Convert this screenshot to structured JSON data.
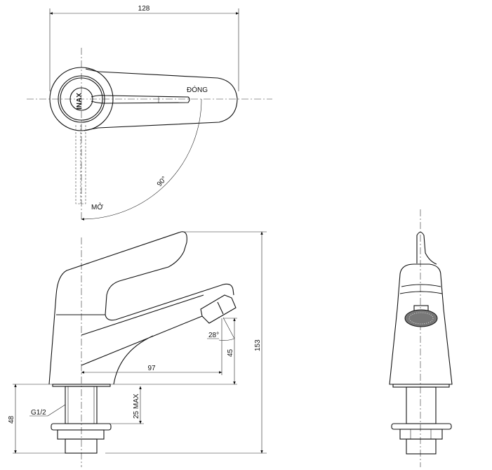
{
  "drawing": {
    "top_view": {
      "width_dim": "128",
      "angle_dim": "90°",
      "label_closed": "ĐÓNG",
      "label_open": "MỞ",
      "logo": "INAX"
    },
    "side_view": {
      "height_dim": "153",
      "reach_dim": "97",
      "spout_height_dim": "45",
      "spout_angle": "28°",
      "base_dim": "48",
      "deck_thickness": "25 MAX",
      "thread": "G1/2"
    }
  }
}
